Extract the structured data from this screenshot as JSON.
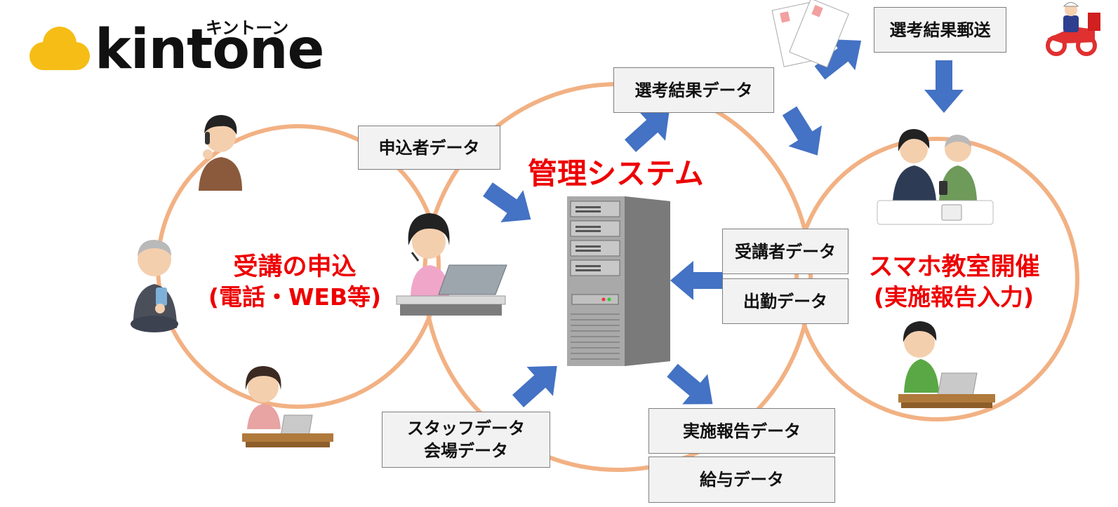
{
  "logo": {
    "wordmark": "kintone",
    "kana": "キントーン"
  },
  "titles": {
    "system": "管理システム",
    "apply_line1": "受講の申込",
    "apply_line2": "(電話・WEB等)",
    "class_line1": "スマホ教室開催",
    "class_line2": "(実施報告入力)"
  },
  "boxes": {
    "applicant_data": "申込者データ",
    "selection_result_data": "選考結果データ",
    "selection_result_mail": "選考結果郵送",
    "attendee_data": "受講者データ",
    "attendance_data": "出勤データ",
    "staff_data": "スタッフデータ",
    "venue_data": "会場データ",
    "report_data": "実施報告データ",
    "salary_data": "給与データ"
  },
  "colors": {
    "circle": "#f2b183",
    "arrow": "#4472c4",
    "red_text": "#ee0000",
    "box_fill": "#f2f2f2",
    "box_border": "#7f7f7f",
    "logo_cloud": "#f6bd16"
  }
}
